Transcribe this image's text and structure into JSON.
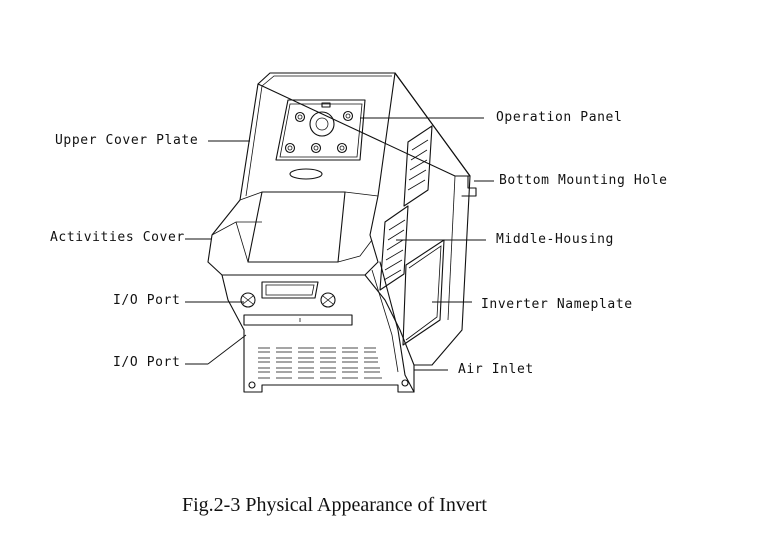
{
  "labels": {
    "operation_panel": "Operation Panel",
    "upper_cover_plate": "Upper Cover Plate",
    "bottom_mounting_hole": "Bottom Mounting Hole",
    "activities_cover": "Activities Cover",
    "middle_housing": "Middle-Housing",
    "io_port_upper": "I/O Port",
    "inverter_nameplate": "Inverter Nameplate",
    "io_port_lower": "I/O Port",
    "air_inlet": "Air Inlet"
  },
  "caption": "Fig.2-3 Physical Appearance of Invert"
}
